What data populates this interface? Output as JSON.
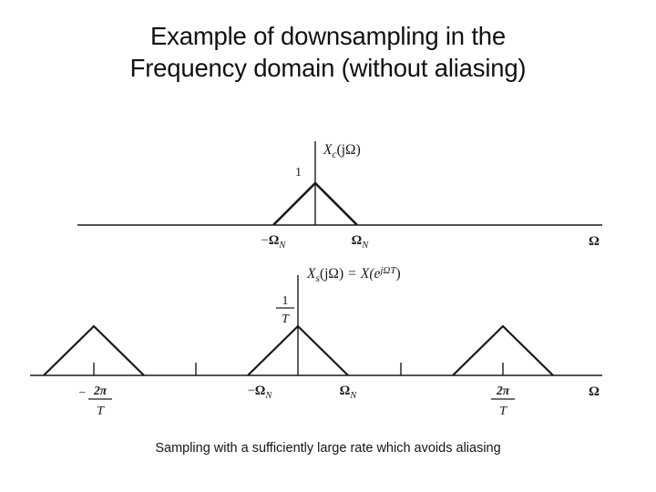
{
  "slide": {
    "title_line1": "Example of downsampling in the",
    "title_line2": "Frequency domain (without aliasing)",
    "caption": "Sampling with a sufficiently large rate which avoids aliasing",
    "background_color": "#ffffff",
    "ink_color": "#1a1a1a"
  },
  "figure": {
    "plot_top": {
      "name": "continuous-time-fourier-transform",
      "signal_label_X": "X",
      "signal_label_sub": "c",
      "signal_label_arg": "(jΩ)",
      "peak_label": "1",
      "axis_label": "Ω",
      "tick_left_label_sign": "−",
      "tick_left_label_base": "Ω",
      "tick_left_label_sub": "N",
      "tick_right_label_base": "Ω",
      "tick_right_label_sub": "N",
      "triangle_peak_value": 1,
      "triangle_half_width_label": "Ω_N"
    },
    "plot_bottom": {
      "name": "sampled-signal-fourier-transform",
      "equation_lhs_X": "X",
      "equation_lhs_sub": "s",
      "equation_lhs_arg": "(jΩ)",
      "equation_eq": "=",
      "equation_rhs": "X(e",
      "equation_rhs_exp": "jΩT",
      "equation_rhs_close": ")",
      "peak_label_numerator": "1",
      "peak_label_denominator": "T",
      "axis_label": "Ω",
      "tick_labels": [
        {
          "id": "neg-two-pi-over-T",
          "sign": "−",
          "numerator": "2π",
          "denominator": "T"
        },
        {
          "id": "neg-omega-N",
          "sign": "−",
          "base": "Ω",
          "sub": "N"
        },
        {
          "id": "omega-N",
          "sign": "",
          "base": "Ω",
          "sub": "N"
        },
        {
          "id": "two-pi-over-T",
          "sign": "",
          "numerator": "2π",
          "denominator": "T"
        }
      ]
    }
  },
  "chart_data": {
    "type": "line",
    "title": "Example of downsampling in the Frequency domain (without aliasing)",
    "subtitle": "Sampling with a sufficiently large rate which avoids aliasing",
    "panels": [
      {
        "name": "Xc(jOmega)",
        "ylabel": "Xc(jOmega)",
        "xlabel": "Omega",
        "peak_value": 1,
        "peak_value_label": "1",
        "xticks": [
          -1,
          0,
          1
        ],
        "xticklabels": [
          "-ΩN",
          "",
          "ΩN"
        ],
        "series": [
          {
            "name": "Xc",
            "x": [
              -1,
              0,
              1
            ],
            "y": [
              0,
              1,
              0
            ]
          }
        ],
        "grid": false,
        "legend": false
      },
      {
        "name": "Xs(jOmega) = X(e^{jOmegaT})",
        "ylabel": "Xs(jOmega) = X(e^{jΩT})",
        "xlabel": "Omega",
        "peak_value_label": "1/T",
        "xticks": [
          -2,
          -1,
          0,
          1,
          2
        ],
        "xticklabels": [
          "-2π/T",
          "-ΩN",
          "",
          "ΩN",
          "2π/T"
        ],
        "series": [
          {
            "name": "replica-left",
            "x": [
              -2.5,
              -2,
              -1.5
            ],
            "y": [
              0,
              1,
              0
            ]
          },
          {
            "name": "baseband",
            "x": [
              -0.5,
              0,
              0.5
            ],
            "y": [
              0,
              1,
              0
            ]
          },
          {
            "name": "replica-right",
            "x": [
              1.5,
              2,
              2.5
            ],
            "y": [
              0,
              1,
              0
            ]
          }
        ],
        "grid": false,
        "legend": false
      }
    ]
  }
}
